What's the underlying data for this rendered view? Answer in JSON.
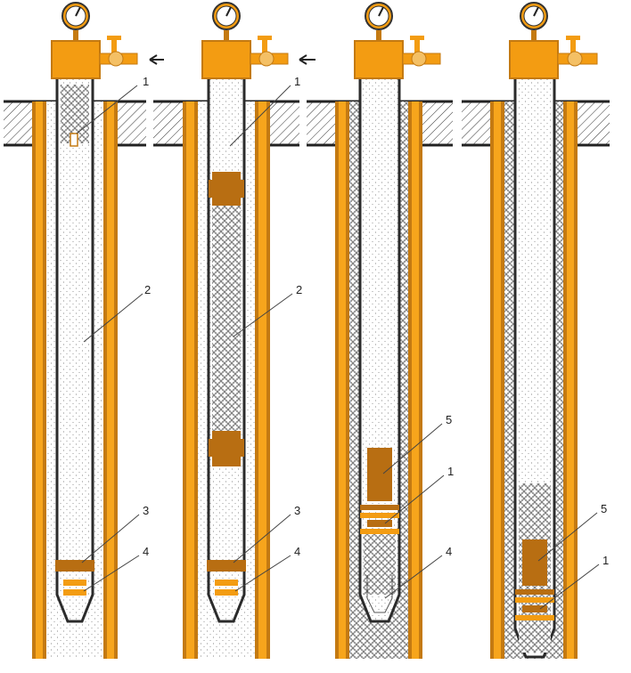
{
  "colors": {
    "casing_outer": "#c47a12",
    "casing_inner": "#f7a51c",
    "head": "#f39c12",
    "head_dark": "#c47a12",
    "plug": "#b86e12",
    "outline": "#2b2b2b",
    "ground_hatch": "#333333"
  },
  "icons": [
    "pressure-gauge-icon",
    "valve-icon",
    "flow-arrow-icon"
  ],
  "wells": [
    {
      "id": "a",
      "has_arrow": true,
      "callouts": [
        {
          "text": "1"
        },
        {
          "text": "2"
        },
        {
          "text": "3"
        },
        {
          "text": "4"
        }
      ]
    },
    {
      "id": "b",
      "has_arrow": true,
      "callouts": [
        {
          "text": "1"
        },
        {
          "text": "2"
        },
        {
          "text": "3"
        },
        {
          "text": "4"
        }
      ]
    },
    {
      "id": "c",
      "has_arrow": false,
      "callouts": [
        {
          "text": "5"
        },
        {
          "text": "1"
        },
        {
          "text": "4"
        }
      ]
    },
    {
      "id": "d",
      "has_arrow": false,
      "callouts": [
        {
          "text": "5"
        },
        {
          "text": "1"
        }
      ]
    }
  ]
}
